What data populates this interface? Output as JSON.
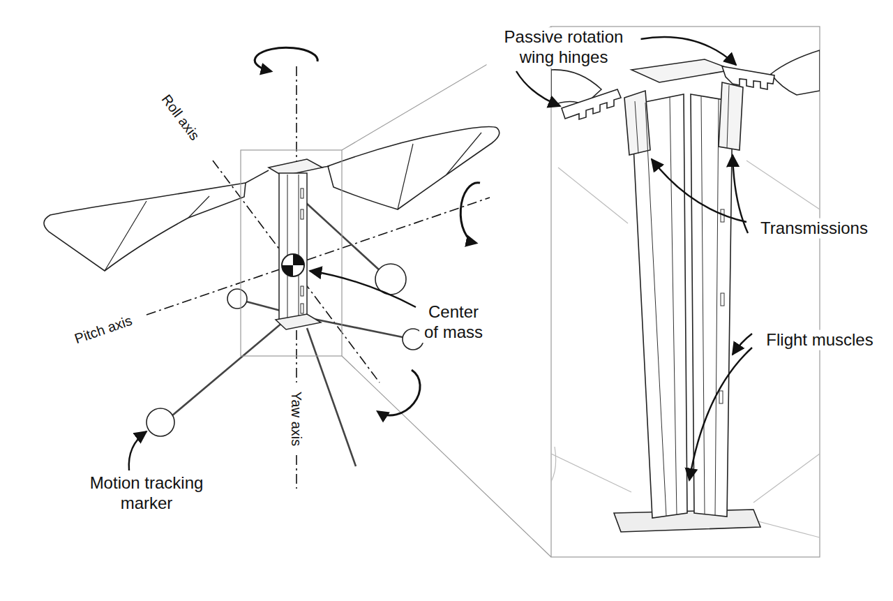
{
  "diagram": {
    "labels": [
      "Passive rotation wing hinges",
      "Roll axis",
      "Transmissions",
      "Center of mass",
      "Pitch axis",
      "Flight muscles",
      "Motion tracking marker",
      "Yaw axis"
    ]
  }
}
